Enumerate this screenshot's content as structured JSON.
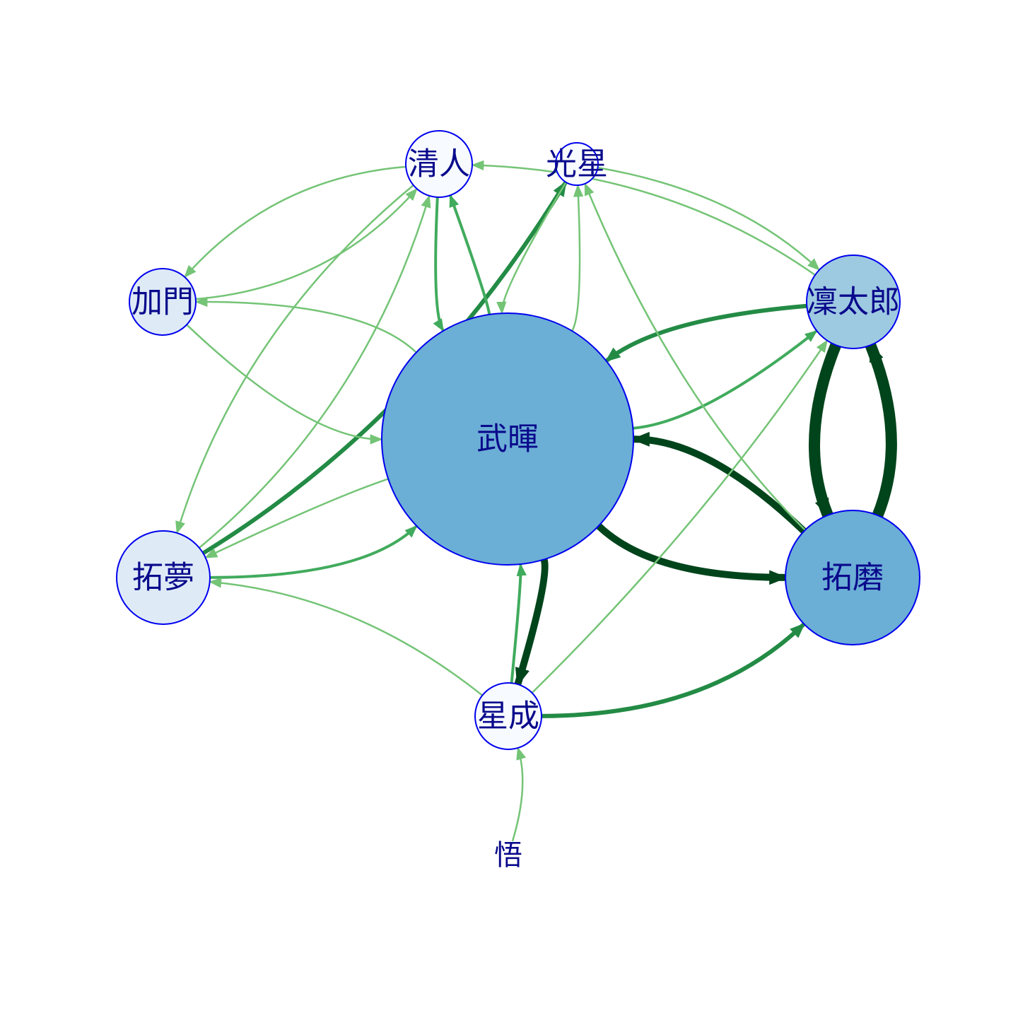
{
  "nodes": [
    {
      "id": "wuhui",
      "label": "武暉",
      "fill": "#6baed6"
    },
    {
      "id": "takuma",
      "label": "拓磨",
      "fill": "#6baed6"
    },
    {
      "id": "rintaro",
      "label": "凜太郎",
      "fill": "#9ecae1"
    },
    {
      "id": "takumu",
      "label": "拓夢",
      "fill": "#deebf7"
    },
    {
      "id": "kamon",
      "label": "加門",
      "fill": "#deebf7"
    },
    {
      "id": "kiyoto",
      "label": "清人",
      "fill": "#f7fbff"
    },
    {
      "id": "kosei",
      "label": "光星",
      "fill": "#f7fbff"
    },
    {
      "id": "seinari",
      "label": "星成",
      "fill": "#f7fbff"
    },
    {
      "id": "satoru",
      "label": "悟",
      "fill": "#ffffff"
    }
  ],
  "edges": [
    {
      "from": "rintaro",
      "to": "takuma",
      "weight": 5
    },
    {
      "from": "takuma",
      "to": "rintaro",
      "weight": 5
    },
    {
      "from": "takuma",
      "to": "wuhui",
      "weight": 4
    },
    {
      "from": "wuhui",
      "to": "takuma",
      "weight": 4
    },
    {
      "from": "wuhui",
      "to": "seinari",
      "weight": 4
    },
    {
      "from": "seinari",
      "to": "takuma",
      "weight": 3
    },
    {
      "from": "takumu",
      "to": "kosei",
      "weight": 3
    },
    {
      "from": "rintaro",
      "to": "wuhui",
      "weight": 3
    },
    {
      "from": "wuhui",
      "to": "rintaro",
      "weight": 2
    },
    {
      "from": "wuhui",
      "to": "kiyoto",
      "weight": 2
    },
    {
      "from": "kiyoto",
      "to": "wuhui",
      "weight": 2
    },
    {
      "from": "takumu",
      "to": "wuhui",
      "weight": 2
    },
    {
      "from": "seinari",
      "to": "wuhui",
      "weight": 2
    },
    {
      "from": "wuhui",
      "to": "takumu",
      "weight": 1
    },
    {
      "from": "seinari",
      "to": "takumu",
      "weight": 1
    },
    {
      "from": "kamon",
      "to": "wuhui",
      "weight": 1
    },
    {
      "from": "wuhui",
      "to": "kamon",
      "weight": 1
    },
    {
      "from": "kamon",
      "to": "kiyoto",
      "weight": 1
    },
    {
      "from": "kiyoto",
      "to": "kamon",
      "weight": 1
    },
    {
      "from": "takumu",
      "to": "kiyoto",
      "weight": 1
    },
    {
      "from": "kiyoto",
      "to": "takumu",
      "weight": 1
    },
    {
      "from": "rintaro",
      "to": "kiyoto",
      "weight": 1
    },
    {
      "from": "kosei",
      "to": "rintaro",
      "weight": 1
    },
    {
      "from": "kosei",
      "to": "wuhui",
      "weight": 1
    },
    {
      "from": "wuhui",
      "to": "kosei",
      "weight": 1
    },
    {
      "from": "takuma",
      "to": "kosei",
      "weight": 1
    },
    {
      "from": "seinari",
      "to": "rintaro",
      "weight": 1
    },
    {
      "from": "satoru",
      "to": "seinari",
      "weight": 1
    }
  ],
  "colors": {
    "node_stroke": "#0000ee",
    "label": "#0a0a8c",
    "edge_weight_1": "#74c476",
    "edge_weight_2": "#41ab5d",
    "edge_weight_3": "#238b45",
    "edge_weight_4": "#00441b",
    "edge_weight_5": "#00441b"
  }
}
